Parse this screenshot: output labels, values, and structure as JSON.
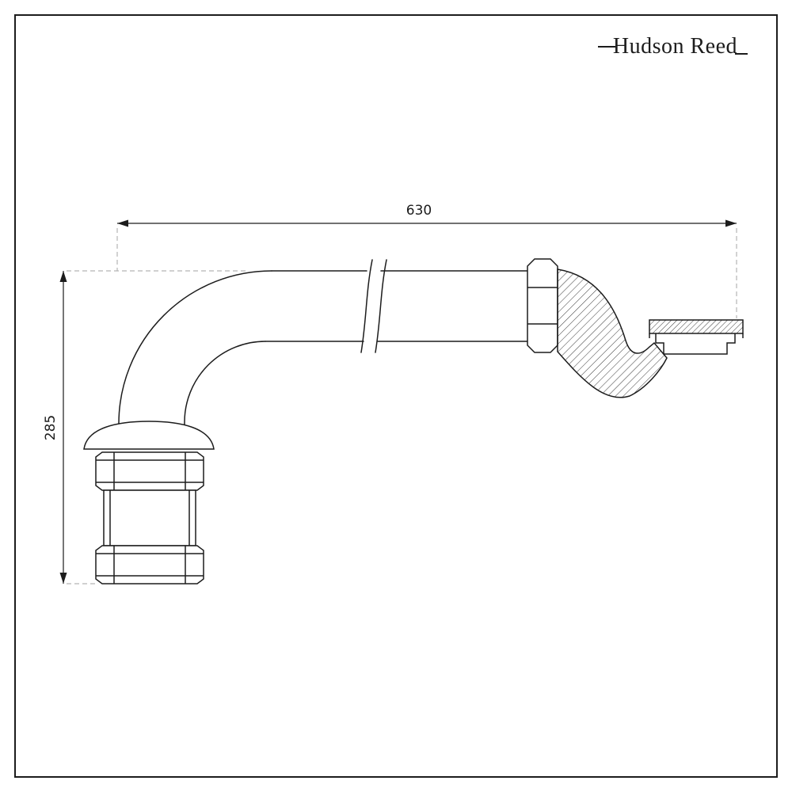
{
  "brand": {
    "name": "Hudson Reed"
  },
  "drawing": {
    "subject": "bath-waste-pipe-technical-drawing",
    "width_dimension": {
      "label": "630",
      "orientation": "horizontal"
    },
    "height_dimension": {
      "label": "285",
      "orientation": "vertical"
    }
  },
  "colors": {
    "line": "#1c1c1c",
    "dashed_line": "#b5b5b5",
    "background": "#ffffff"
  }
}
